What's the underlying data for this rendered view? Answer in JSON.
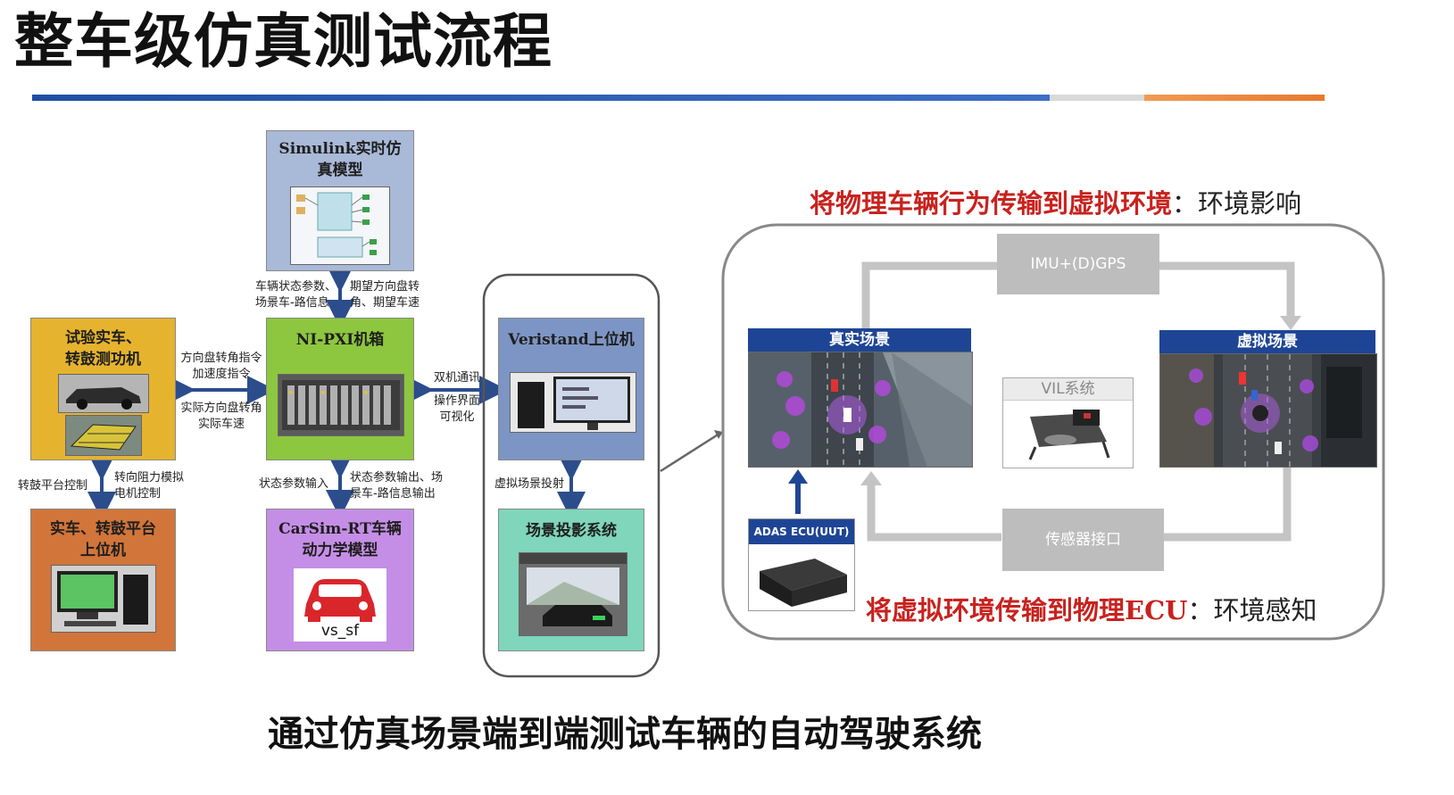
{
  "title": "整车级仿真测试流程",
  "header_bar_colors": [
    "#1f4ea3",
    "#d9d9d9",
    "#e8792e"
  ],
  "boxes": {
    "simulink": {
      "title_line1": "Simulink实时仿",
      "title_line2": "真模型",
      "color": "#a9b9d8"
    },
    "ni_pxi": {
      "title": "NI-PXI机箱",
      "color": "#8dc63f"
    },
    "carsim": {
      "title_line1": "CarSim-RT车辆",
      "title_line2": "动力学模型",
      "car_label": "vs_sf",
      "color": "#c58ee6"
    },
    "test_car": {
      "title_line1": "试验实车、",
      "title_line2": "转鼓测功机",
      "color": "#e6b32e"
    },
    "host_pc": {
      "title_line1": "实车、转鼓平台",
      "title_line2": "上位机",
      "color": "#d2753a"
    },
    "veristand": {
      "title": "Veristand上位机",
      "color": "#7d95c4"
    },
    "projection": {
      "title": "场景投影系统",
      "color": "#7fd6ba"
    }
  },
  "labels": {
    "vehicle_state_1": "车辆状态参数、",
    "vehicle_state_2": "场景车-路信息",
    "expected_1": "期望方向盘转",
    "expected_2": "角、期望车速",
    "steer_cmd_1": "方向盘转角指令",
    "steer_cmd_2": "加速度指令",
    "actual_1": "实际方向盘转角",
    "actual_2": "实际车速",
    "dual_comm": "双机通讯",
    "op_ui_1": "操作界面",
    "op_ui_2": "可视化",
    "drum_ctrl": "转鼓平台控制",
    "steer_motor_1": "转向阻力模拟",
    "steer_motor_2": "电机控制",
    "state_in": "状态参数输入",
    "state_out_1": "状态参数输出、场",
    "state_out_2": "景车-路信息输出",
    "projection_in": "虚拟场景投射"
  },
  "right_panel": {
    "top_caption_red": "将物理车辆行为传输到虚拟环境",
    "top_caption_black": "：环境影响",
    "imu_label": "IMU+(D)GPS",
    "real_scene": "真实场景",
    "virtual_scene": "虚拟场景",
    "vil_label": "VIL系统",
    "adas_label": "ADAS ECU(UUT)",
    "sensor_label": "传感器接口",
    "bottom_caption_red": "将虚拟环境传输到物理ECU",
    "bottom_caption_black": "：环境感知"
  },
  "footer": "通过仿真场景端到端测试车辆的自动驾驶系统"
}
